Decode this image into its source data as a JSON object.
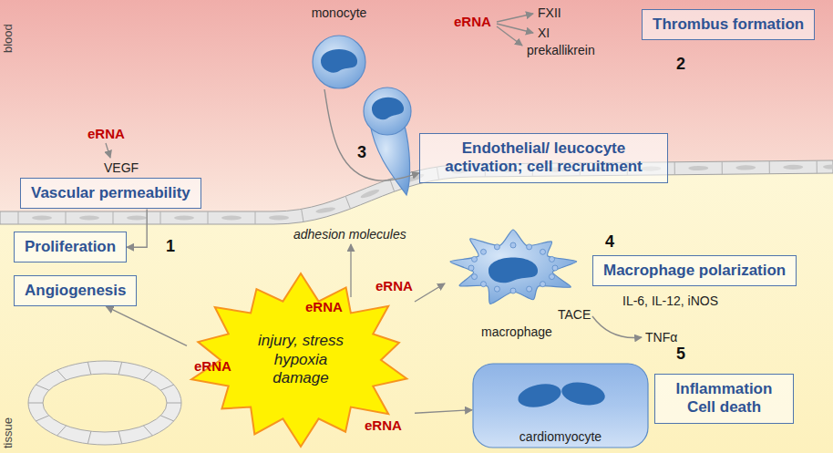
{
  "diagram": {
    "nodes": [
      {
        "text": [
          "monocyte"
        ]
      },
      {
        "text": [
          "Thrombus formation"
        ]
      },
      {
        "text": [
          "Vascular permeability"
        ]
      },
      {
        "text": [
          "Endothelial/ leucocyte activation; cell recruitment"
        ]
      },
      {
        "text": [
          "Proliferation"
        ]
      },
      {
        "text": [
          "Macrophage polarization"
        ]
      },
      {
        "text": [
          "Angiogenesis"
        ]
      },
      {
        "text": [
          "injury, stress hypoxia damage"
        ]
      },
      {
        "text": [
          "macrophage"
        ]
      },
      {
        "text": [
          "Inflammation Cell death"
        ]
      },
      {
        "text": [
          "cardiomyocyte"
        ]
      }
    ],
    "edges": [
      {
        "from": 0,
        "to": 3,
        "arrow": "to"
      },
      {
        "from": 2,
        "to": 4,
        "arrow": "to"
      },
      {
        "from": 7,
        "to": 8,
        "arrow": "to",
        "label": "eRNA"
      },
      {
        "from": 7,
        "to": 6,
        "arrow": "to",
        "label": "eRNA"
      },
      {
        "from": 7,
        "to": 10,
        "arrow": "to",
        "label": "eRNA"
      }
    ],
    "labels": [
      "blood",
      "tissue",
      "eRNA",
      "FXII",
      "XI",
      "prekallikrein",
      "2",
      "eRNA",
      "VEGF",
      "1",
      "3",
      "adhesion molecules",
      "eRNA",
      "4",
      "IL-6, IL-12, iNOS",
      "TACE",
      "TNFα",
      "5"
    ]
  }
}
